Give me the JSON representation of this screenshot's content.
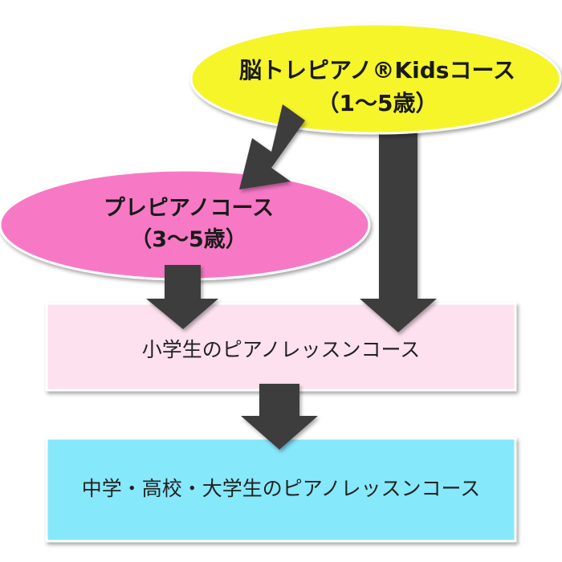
{
  "diagram": {
    "kids_course": {
      "title": "脳トレピアノ®Kidsコース",
      "age": "（1〜5歳）",
      "fill": "#f5f52a",
      "border": "#ffffff"
    },
    "pre_piano_course": {
      "title": "プレピアノコース",
      "age": "（3〜5歳）",
      "fill": "#f779c6",
      "border": "#ffffff"
    },
    "elementary_course": {
      "title": "小学生のピアノレッスンコース",
      "fill": "#fde1ee",
      "border": "#ffffff"
    },
    "secondary_course": {
      "title": "中学・高校・大学生のピアノレッスンコース",
      "fill": "#86e8fb",
      "border": "#ffffff"
    },
    "arrow_color": "#3d3d3d"
  }
}
